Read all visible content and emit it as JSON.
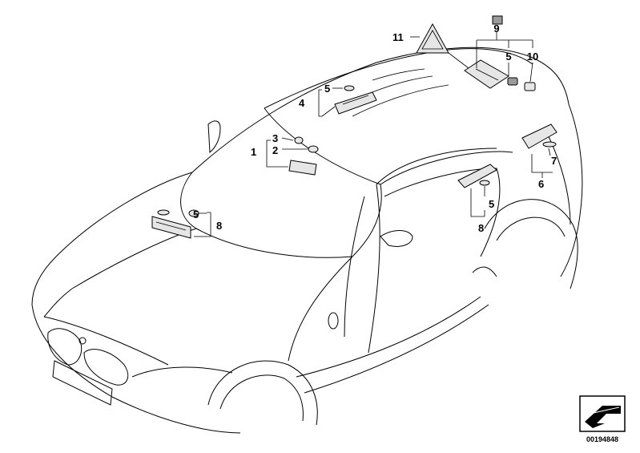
{
  "callouts": {
    "c1": "1",
    "c2": "2",
    "c3": "3",
    "c4": "4",
    "c5a": "5",
    "c5b": "5",
    "c5c": "5",
    "c5d": "5",
    "c6": "6",
    "c7": "7",
    "c8a": "8",
    "c8b": "8",
    "c9": "9",
    "c10": "10",
    "c11": "11"
  },
  "footer": {
    "part_number": "00194848",
    "icon": "arrow-direction-icon"
  },
  "colors": {
    "line": "#000000",
    "part_fill": "#e6e6e6",
    "part_dark": "#9a9a9a"
  }
}
